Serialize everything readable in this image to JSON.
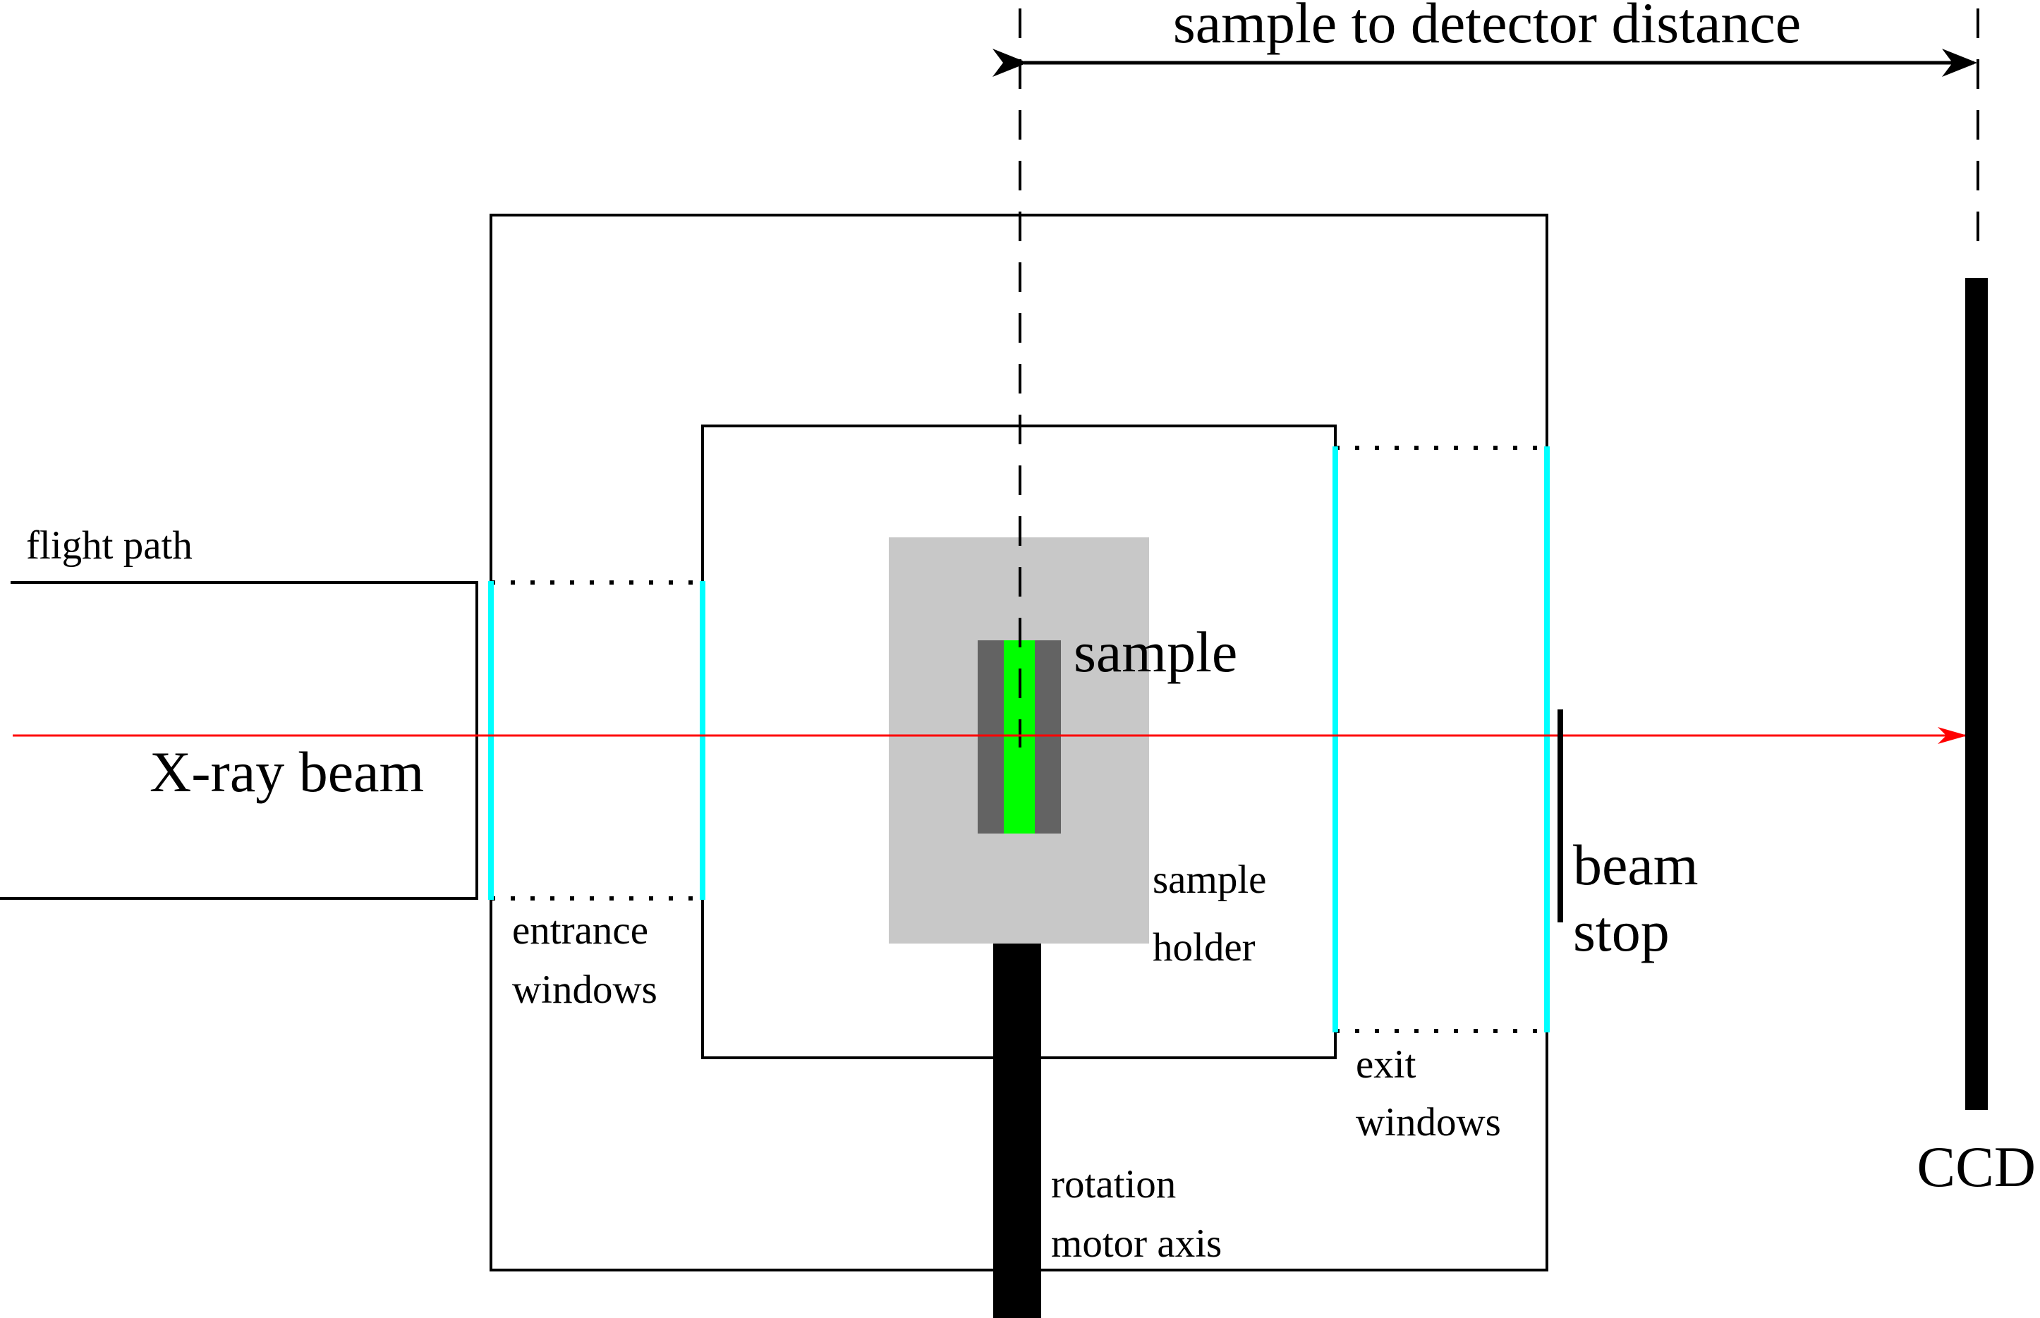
{
  "labels": {
    "sample_to_detector": "sample to detector distance",
    "flight_path": "flight path",
    "xray_beam": "X-ray beam",
    "sample": "sample",
    "sample_holder_line1": "sample",
    "sample_holder_line2": "holder",
    "beam_stop_line1": "beam",
    "beam_stop_line2": "stop",
    "entrance_windows_line1": "entrance",
    "entrance_windows_line2": "windows",
    "exit_windows_line1": "exit",
    "exit_windows_line2": "windows",
    "rotation_motor_line1": "rotation",
    "rotation_motor_line2": "motor axis",
    "ccd": "CCD"
  },
  "colors": {
    "beam": "#ff0000",
    "windows": "#00ffff",
    "sample": "#00ff00",
    "sample_frame": "#636363",
    "sample_holder": "#c8c8c8",
    "solid": "#000000",
    "background": "#ffffff"
  }
}
